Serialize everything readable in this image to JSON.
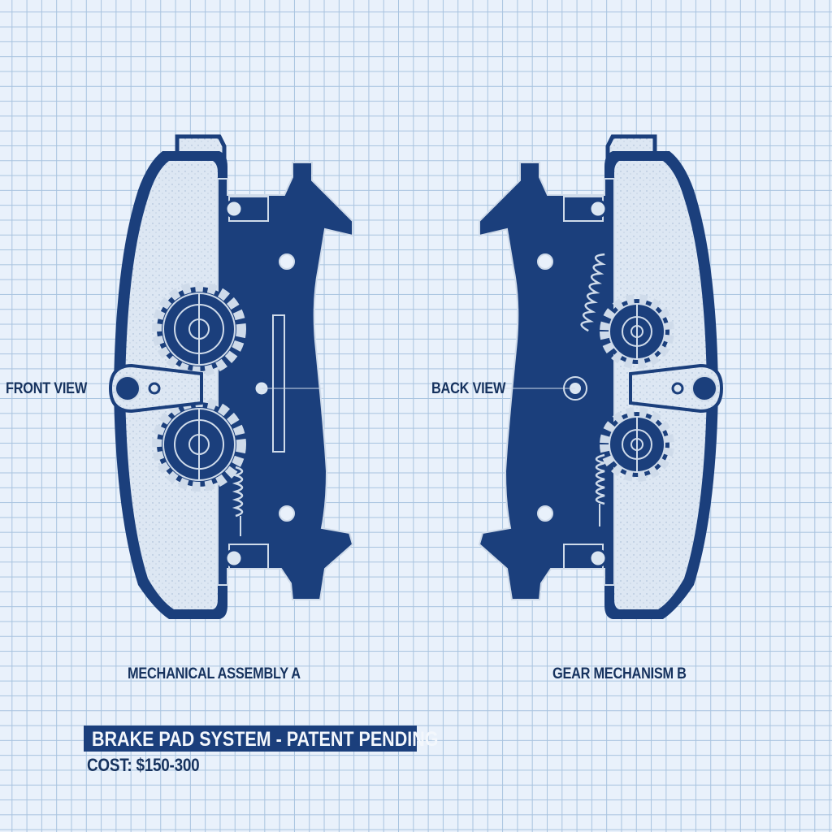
{
  "diagram": {
    "views": [
      {
        "label": "FRONT VIEW",
        "caption": "MECHANICAL ASSEMBLY A"
      },
      {
        "label": "BACK VIEW",
        "caption": "GEAR MECHANISM B"
      }
    ],
    "title": "BRAKE PAD SYSTEM - PATENT PENDING",
    "cost": "COST: $150-300"
  },
  "colors": {
    "navy": "#1b3f7c",
    "text": "#16325e",
    "grid_line": "#a8c3df",
    "background": "#e9f1fb",
    "friction_material": "#dbe6f2"
  },
  "icons": {
    "front_drawing": "brake-pad-front-icon",
    "back_drawing": "brake-pad-back-icon"
  }
}
